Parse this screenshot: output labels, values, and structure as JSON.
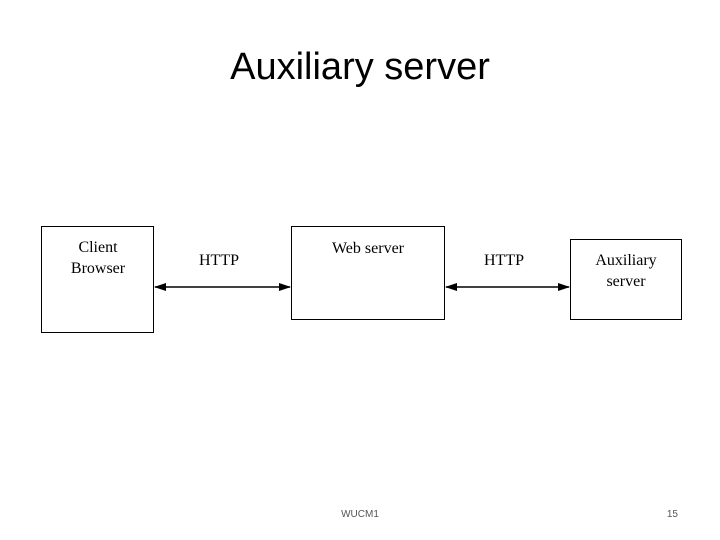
{
  "slide": {
    "title": "Auxiliary server",
    "footer_text": "WUCM1",
    "page_number": "15"
  },
  "diagram": {
    "nodes": [
      {
        "id": "client",
        "line1": "Client",
        "line2": "Browser"
      },
      {
        "id": "web",
        "line1": "Web server"
      },
      {
        "id": "aux",
        "line1": "Auxiliary",
        "line2": "server"
      }
    ],
    "links": [
      {
        "id": "client-web",
        "label": "HTTP",
        "bidirectional": true
      },
      {
        "id": "web-aux",
        "label": "HTTP",
        "bidirectional": true
      }
    ],
    "line_color": "#000000"
  }
}
